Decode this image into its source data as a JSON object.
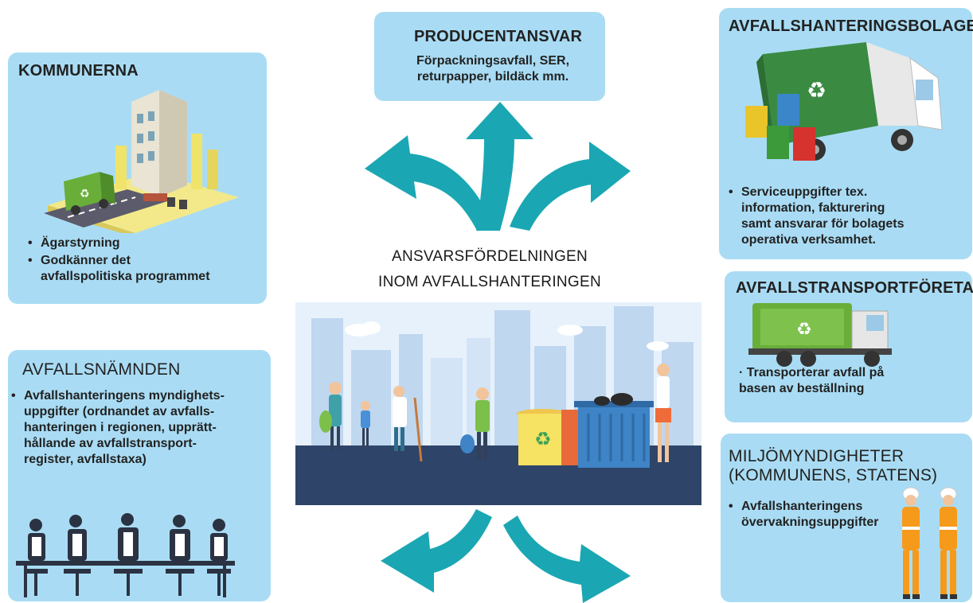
{
  "center": {
    "line1": "ANSVARSFÖRDELNINGEN",
    "line2": "INOM AVFALLSHANTERINGEN"
  },
  "producentansvar": {
    "title": "PRODUCENTANSVAR",
    "line1": "Förpackningsavfall, SER,",
    "line2": "returpapper, bildäck mm."
  },
  "kommunerna": {
    "title": "KOMMUNERNA",
    "bullets": [
      "Ägarstyrning",
      "Godkänner det avfallspolitiska programmet"
    ],
    "bullet2_line1": "Godkänner det",
    "bullet2_line2": "avfallspolitiska programmet"
  },
  "avfallsnamnden": {
    "title": "AVFALLSNÄMNDEN",
    "lines": [
      "Avfallshanteringens myndighets-",
      "uppgifter (ordnandet av avfalls-",
      "hanteringen i regionen, upprätt-",
      "hållande av avfallstransport-",
      "register, avfallstaxa)"
    ]
  },
  "bolaget": {
    "title": "AVFALLSHANTERINGSBOLAGET",
    "lines": [
      "Serviceuppgifter tex.",
      "information, fakturering",
      "samt ansvarar för bolagets",
      "operativa verksamhet."
    ]
  },
  "transport": {
    "title": "AVFALLSTRANSPORTFÖRETAG",
    "line1": "· Transporterar avfall på",
    "line2": "basen av beställning"
  },
  "miljo": {
    "title1": "MILJÖMYNDIGHETER",
    "title2": "(KOMMUNENS, STATENS)",
    "line1": "Avfallshanteringens",
    "line2": "övervakningsuppgifter"
  },
  "colors": {
    "box_bg": "#a9dcf4",
    "arrow": "#1aa7b3",
    "truck_green": "#6aae3a",
    "street": "#2e4468"
  },
  "icons": [
    "recycle-icon",
    "garbage-truck-icon",
    "meeting-table-icon",
    "worker-icon",
    "city-icon"
  ]
}
